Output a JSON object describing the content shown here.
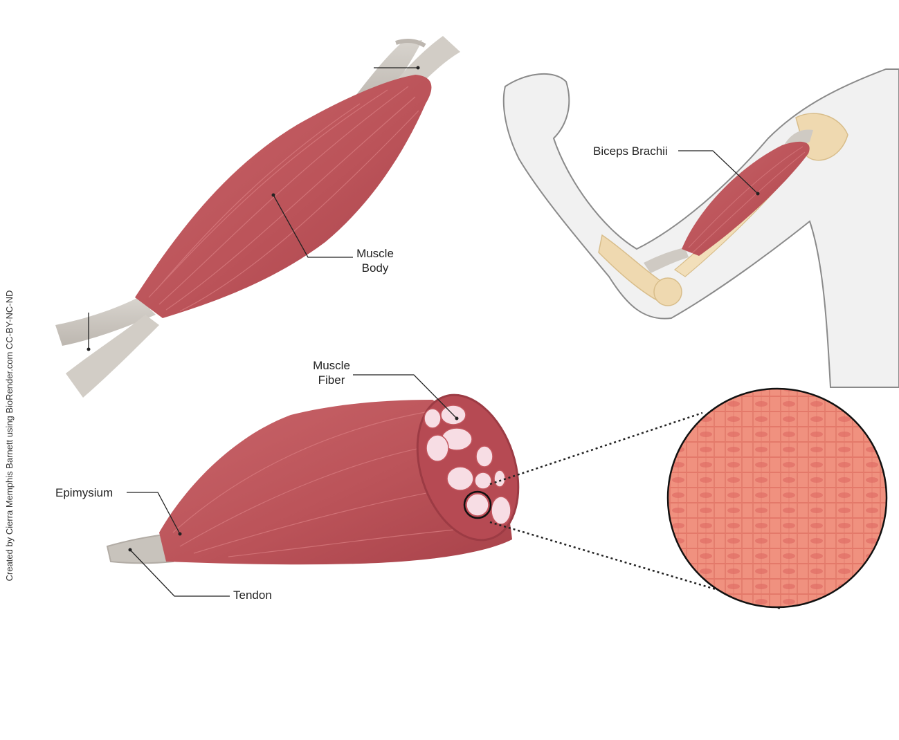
{
  "labels": {
    "muscle_body_line1": "Muscle",
    "muscle_body_line2": "Body",
    "biceps_brachii": "Biceps Brachii",
    "muscle_fiber_line1": "Muscle",
    "muscle_fiber_line2": "Fiber",
    "epimysium": "Epimysium",
    "tendon": "Tendon"
  },
  "credit": "Created by Cierra Memphis Barnett using BioRender.com CC-BY-NC-ND",
  "colors": {
    "muscle": "#c0555a",
    "muscle_dark": "#a8424a",
    "tendon": "#cfcac3",
    "bone": "#efd9b0",
    "skin_outline": "#8a8a8a",
    "fiber_fill": "#f7dde4",
    "myofibril": "#ec8676",
    "leader_line": "#222222"
  }
}
